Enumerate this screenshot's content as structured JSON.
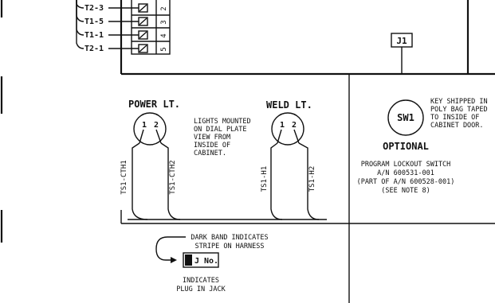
{
  "terminal_wires": [
    "T2-3",
    "T1-5",
    "T1-1",
    "T2-1"
  ],
  "terminal_numbers": [
    "2",
    "3",
    "4",
    "5"
  ],
  "connector": "J1",
  "switch": {
    "id": "SW1",
    "key_note": [
      "KEY SHIPPED IN",
      "POLY BAG TAPED",
      "TO INSIDE OF",
      "CABINET DOOR."
    ],
    "optional_label": "OPTIONAL",
    "description": [
      "PROGRAM LOCKOUT SWITCH",
      "A/N 600531-001",
      "(PART OF A/N 600528-001)",
      "(SEE NOTE 8)"
    ]
  },
  "power_light": {
    "title": "POWER LT.",
    "pins": [
      "1",
      "2"
    ],
    "wires": [
      "TS1-CTH1",
      "TS1-CTH2"
    ]
  },
  "weld_light": {
    "title": "WELD LT.",
    "pins": [
      "1",
      "2"
    ],
    "wires": [
      "TS1-H1",
      "TS1-H2"
    ]
  },
  "lights_note": [
    "LIGHTS MOUNTED",
    "ON DIAL PLATE",
    "VIEW FROM",
    "INSIDE OF",
    "CABINET."
  ],
  "legend": {
    "band_note": [
      "DARK BAND INDICATES",
      "STRIPE ON HARNESS"
    ],
    "tag": "J No.",
    "plug_note": [
      "INDICATES",
      "PLUG IN JACK"
    ]
  }
}
